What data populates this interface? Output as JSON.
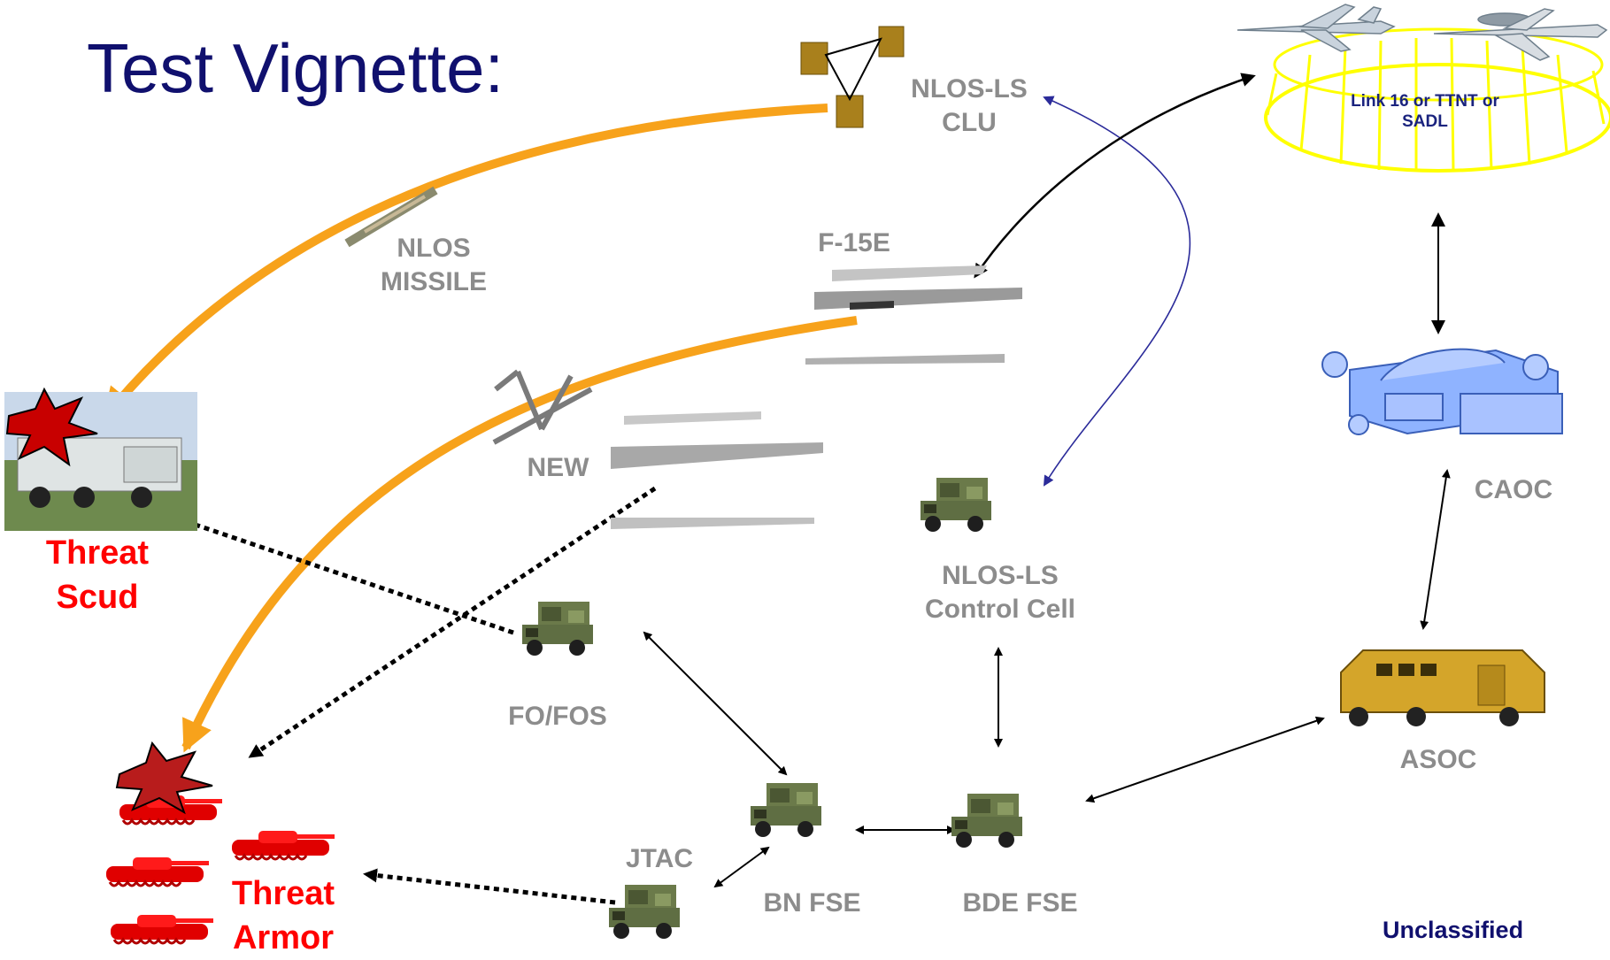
{
  "title": "Test Vignette:",
  "network_label": "Link 16 or TTNT or SADL",
  "classification": "Unclassified",
  "labels": {
    "nlos_ls_clu": [
      "NLOS-LS",
      "CLU"
    ],
    "nlos_missile": [
      "NLOS",
      "MISSILE"
    ],
    "f15e": "F-15E",
    "new": "NEW",
    "nlos_ls_control_cell": [
      "NLOS-LS",
      "Control Cell"
    ],
    "caoc": "CAOC",
    "asoc": "ASOC",
    "fo_fos": "FO/FOS",
    "jtac": "JTAC",
    "bn_fse": "BN FSE",
    "bde_fse": "BDE FSE",
    "threat_scud": [
      "Threat",
      "Scud"
    ],
    "threat_armor": [
      "Threat",
      "Armor"
    ]
  },
  "colors": {
    "title": "#10106e",
    "label_gray": "#8c8c8c",
    "threat_red": "#ff0000",
    "weapon_path": "#f7a21b",
    "network_ring": "#ffff00",
    "vehicle_green": "#5f6e43",
    "control_link": "#2b2b9a"
  }
}
